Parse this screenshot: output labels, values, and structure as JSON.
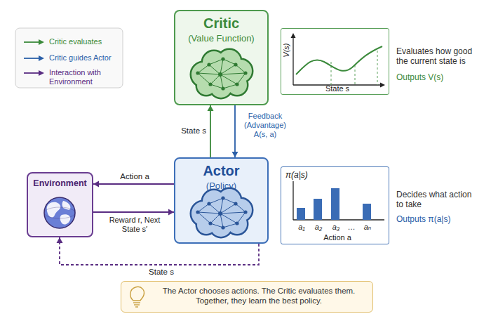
{
  "diagram": {
    "nodes": [
      {
        "text": [
          "Critic",
          "(Value Function)"
        ]
      },
      {
        "text": [
          "V(s)",
          "State s"
        ]
      },
      {
        "text": [
          "Environment"
        ]
      },
      {
        "text": [
          "Actor",
          "(Policy)"
        ]
      },
      {
        "text": [
          "π(a|s)",
          "a₁",
          "a₂",
          "a₃",
          "…",
          "aₙ",
          "Action a"
        ]
      },
      {
        "text": [
          "The Actor chooses actions. The Critic evaluates them. Together, they learn the best policy."
        ]
      }
    ],
    "edges": [
      {
        "from": 3,
        "to": 0,
        "arrow": "to",
        "label": "State s"
      },
      {
        "from": 0,
        "to": 3,
        "arrow": "to",
        "label": "Feedback (Advantage) A(s, a)"
      },
      {
        "from": 3,
        "to": 2,
        "arrow": "to",
        "label": "Action a"
      },
      {
        "from": 2,
        "to": 3,
        "arrow": "to",
        "label": "Reward r, Next State s′"
      },
      {
        "from": 3,
        "to": 2,
        "arrow": "to",
        "label": "State s"
      }
    ],
    "labels": [
      "Evaluates how good the current state is",
      "Outputs V(s)",
      "Decides what action to take",
      "Outputs π(a|s)"
    ],
    "legend": [
      {
        "text": "Critic evaluates"
      },
      {
        "text": "Critic guides Actor"
      },
      {
        "text": "Interaction with Environment"
      }
    ]
  }
}
